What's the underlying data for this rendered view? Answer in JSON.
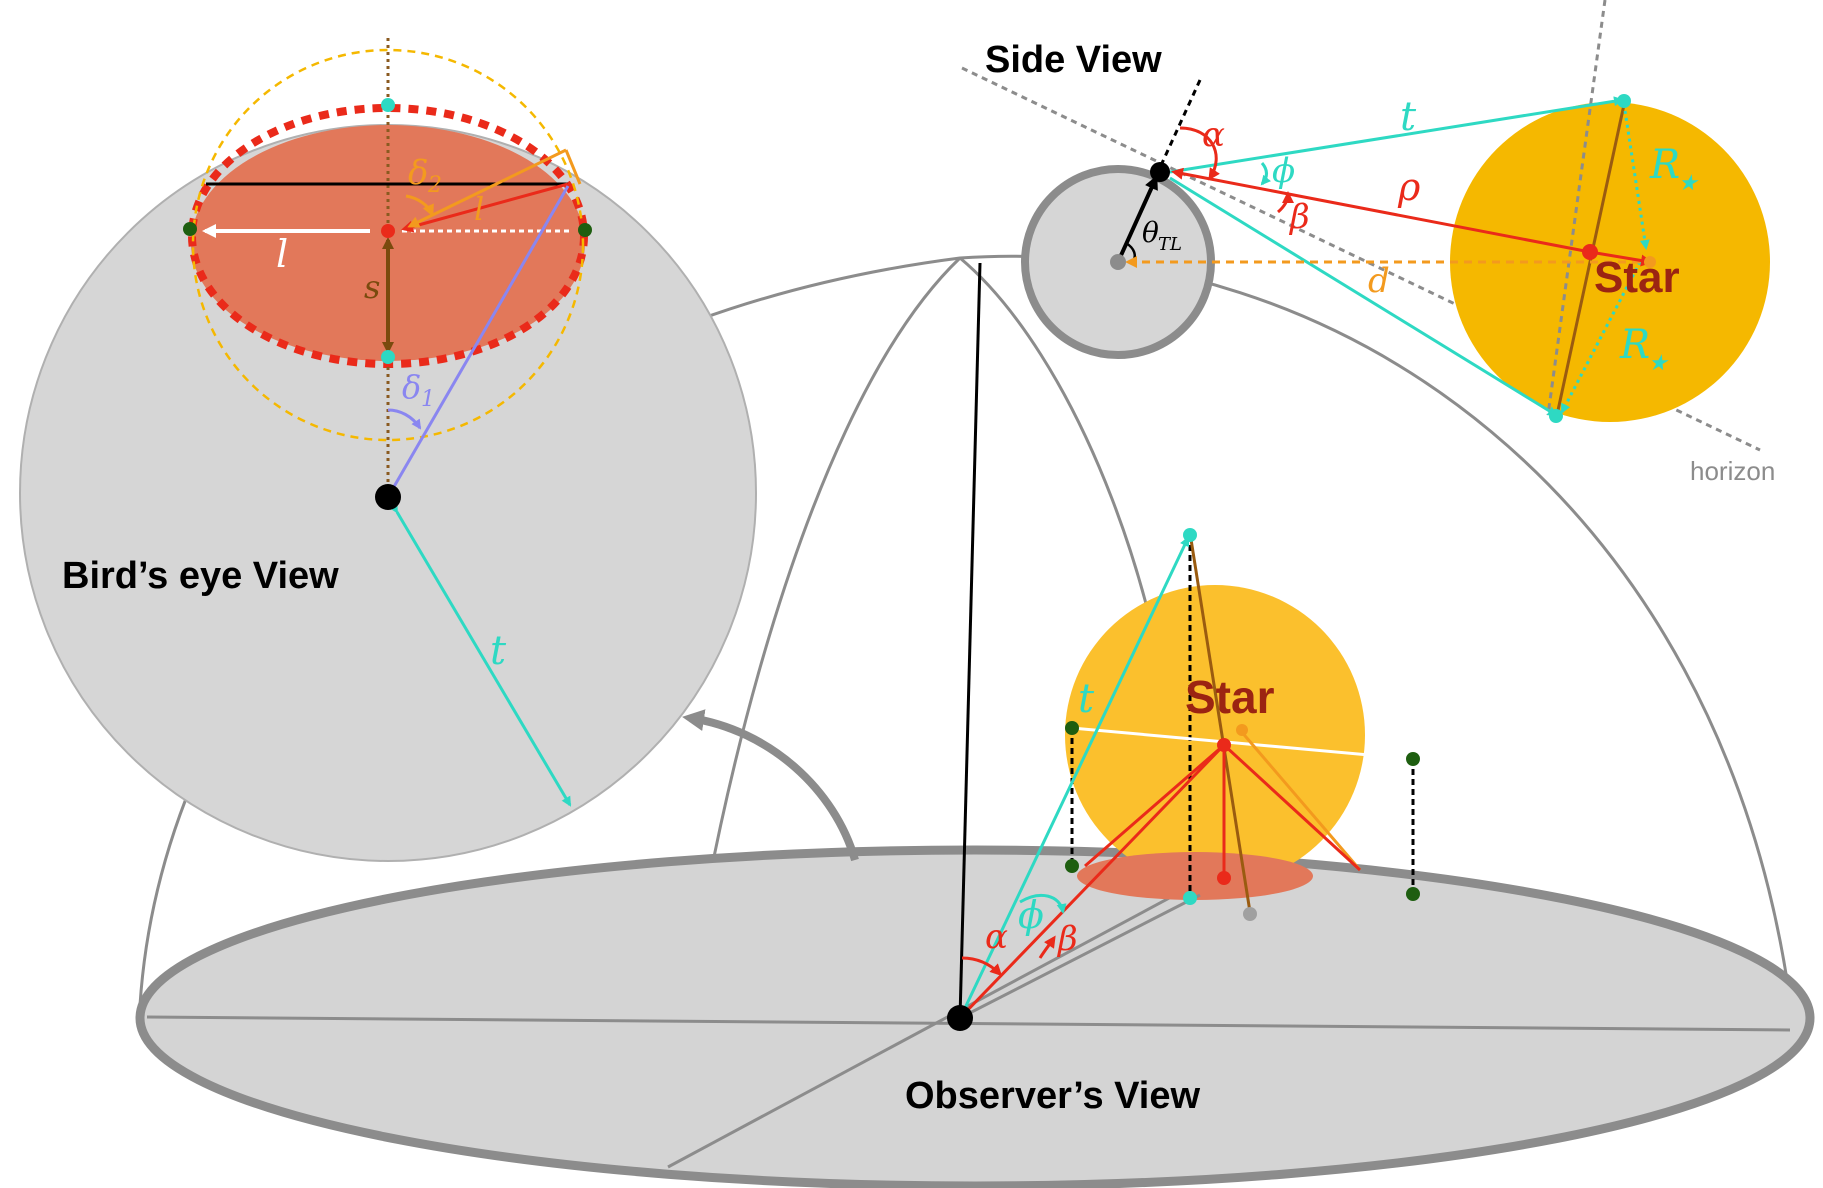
{
  "views": {
    "side": "Side View",
    "birds_eye": "Bird’s eye View",
    "observer": "Observer’s View"
  },
  "labels": {
    "horizon": "horizon",
    "star": "Star",
    "t": "t",
    "l": "l",
    "s": "s",
    "d": "d",
    "rho": "ρ",
    "alpha": "α",
    "beta": "β",
    "phi": "ϕ",
    "delta": "δ",
    "delta_sub_1": "1",
    "delta_sub_2": "2",
    "theta": "θ",
    "theta_sub": "TL",
    "r": "R",
    "r_sub": "★"
  },
  "colors": {
    "dome_gray": "#d6d6d6",
    "dome_stroke": "#8c8c8c",
    "star_yellow": "#f5b800",
    "star_yellow_light": "#fbc02d",
    "shadow_red": "#e2785a",
    "red": "#ea2a1a",
    "cyan": "#2ed9c3",
    "orange": "#f39a1e",
    "brown": "#9a5b10",
    "violet": "#8a86f0",
    "dark_green": "#1e5e10",
    "dark_red_text": "#9b2412"
  }
}
